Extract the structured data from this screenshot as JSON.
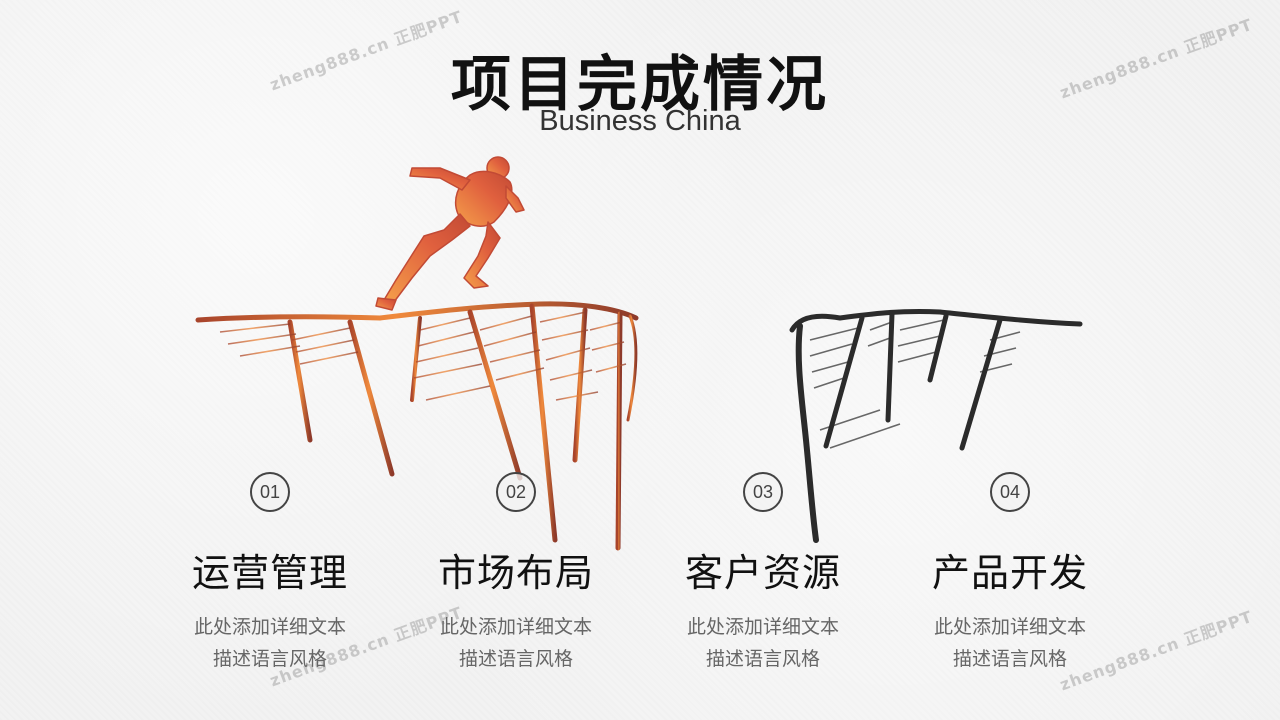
{
  "title": "项目完成情况",
  "subtitle": "Business China",
  "watermark": "zheng888.cn 正肥PPT",
  "colors": {
    "accent_orange": "#f08a3c",
    "accent_red": "#a8442b",
    "ink": "#2b2b2b"
  },
  "items": [
    {
      "num": "01",
      "title": "运营管理",
      "desc_line1": "此处添加详细文本",
      "desc_line2": "描述语言风格"
    },
    {
      "num": "02",
      "title": "市场布局",
      "desc_line1": "此处添加详细文本",
      "desc_line2": "描述语言风格"
    },
    {
      "num": "03",
      "title": "客户资源",
      "desc_line1": "此处添加详细文本",
      "desc_line2": "描述语言风格"
    },
    {
      "num": "04",
      "title": "产品开发",
      "desc_line1": "此处添加详细文本",
      "desc_line2": "描述语言风格"
    }
  ]
}
